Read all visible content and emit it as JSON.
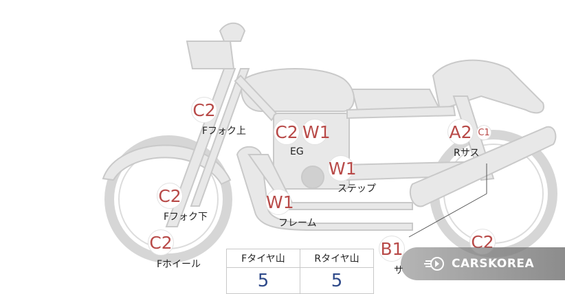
{
  "markers": [
    {
      "name": "grade-f-fork-upper",
      "text": "C2"
    },
    {
      "name": "grade-eg-1",
      "text": "C2"
    },
    {
      "name": "grade-eg-2",
      "text": "W1"
    },
    {
      "name": "grade-step",
      "text": "W1"
    },
    {
      "name": "grade-frame",
      "text": "W1"
    },
    {
      "name": "grade-f-fork-lower",
      "text": "C2"
    },
    {
      "name": "grade-f-wheel",
      "text": "C2"
    },
    {
      "name": "grade-r-sus-1",
      "text": "A2"
    },
    {
      "name": "grade-r-sus-2",
      "text": "C1"
    },
    {
      "name": "grade-muffler",
      "text": "B1"
    },
    {
      "name": "grade-r-wheel",
      "text": "C2"
    }
  ],
  "labels": {
    "f_fork_upper": "Fフォク上",
    "eg": "EG",
    "step": "ステップ",
    "frame": "フレーム",
    "f_fork_lower": "Fフォク下",
    "f_wheel": "Fホイール",
    "r_sus": "Rサス",
    "muffler": "サ"
  },
  "tire_table": {
    "front_header": "Fタイヤ山",
    "rear_header": "Rタイヤ山",
    "front_value": "5",
    "rear_value": "5"
  },
  "watermark": {
    "text": "CARSKOREA",
    "icon": "carskorea-logo-icon"
  },
  "colors": {
    "bike_fill": "#e8e8e8",
    "bike_stroke": "#c9c9c9",
    "grade_text": "#b84a48",
    "tire_value_text": "#2f4a8a"
  }
}
